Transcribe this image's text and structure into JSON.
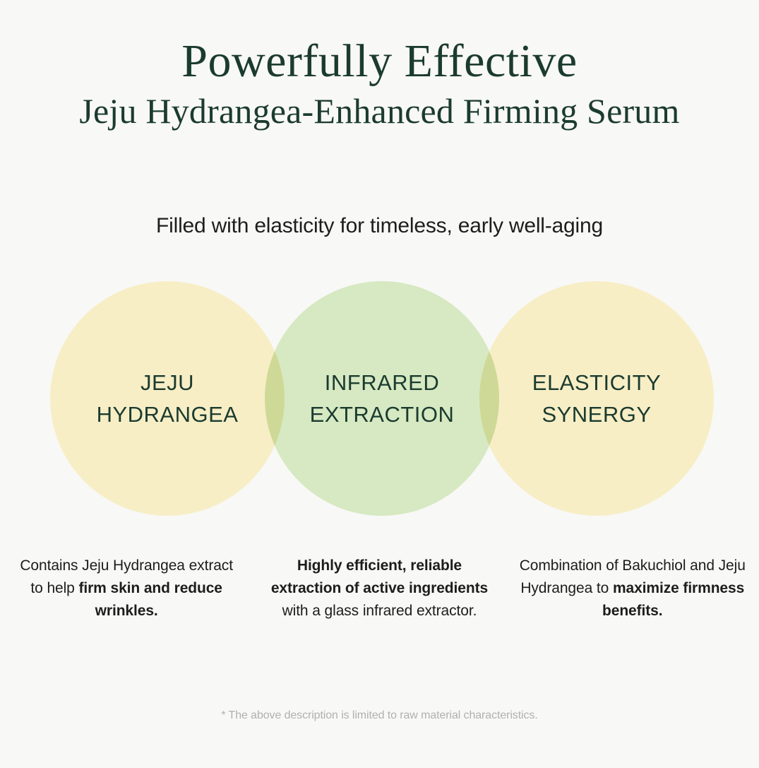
{
  "theme": {
    "background": "#f8f8f6",
    "dark_green": "#1b3b2f",
    "body_text": "#1d1d1b",
    "circle_yellow": "#f7eec6",
    "circle_green": "#d6e9c2",
    "footnote_gray": "#b0b0ae"
  },
  "headline": {
    "line1": "Powerfully Effective",
    "line2": "Jeju Hydrangea-Enhanced Firming Serum"
  },
  "subtitle": "Filled with elasticity for timeless, early well-aging",
  "venn": {
    "circles": [
      {
        "id": "jeju-hydrangea",
        "color": "#f7eec6",
        "label_line1": "JEJU",
        "label_line2": "HYDRANGEA"
      },
      {
        "id": "infrared-extraction",
        "color": "#d6e9c2",
        "label_line1": "INFRARED",
        "label_line2": "EXTRACTION"
      },
      {
        "id": "elasticity-synergy",
        "color": "#f7eec6",
        "label_line1": "ELASTICITY",
        "label_line2": "SYNERGY"
      }
    ]
  },
  "captions": [
    {
      "id": "jeju-hydrangea-caption",
      "full_text": "Contains Jeju Hydrangea extract to help firm skin and reduce wrinkles.",
      "parts": [
        {
          "text": "Contains Jeju Hydrangea extract to help ",
          "bold": false
        },
        {
          "text": "firm skin and reduce wrinkles.",
          "bold": true
        }
      ]
    },
    {
      "id": "infrared-extraction-caption",
      "full_text": "Highly efficient, reliable extraction of active ingredients with a glass infrared extractor.",
      "parts": [
        {
          "text": "Highly efficient, reliable extraction of active ingredients",
          "bold": true
        },
        {
          "text": " with a glass infrared extractor.",
          "bold": false
        }
      ]
    },
    {
      "id": "elasticity-synergy-caption",
      "full_text": "Combination of Bakuchiol and Jeju Hydrangea to maximize firmness benefits.",
      "parts": [
        {
          "text": "Combination of Bakuchiol and Jeju Hydrangea to ",
          "bold": false
        },
        {
          "text": "maximize firmness benefits.",
          "bold": true
        }
      ]
    }
  ],
  "footnote": "* The above description is limited to raw material characteristics."
}
